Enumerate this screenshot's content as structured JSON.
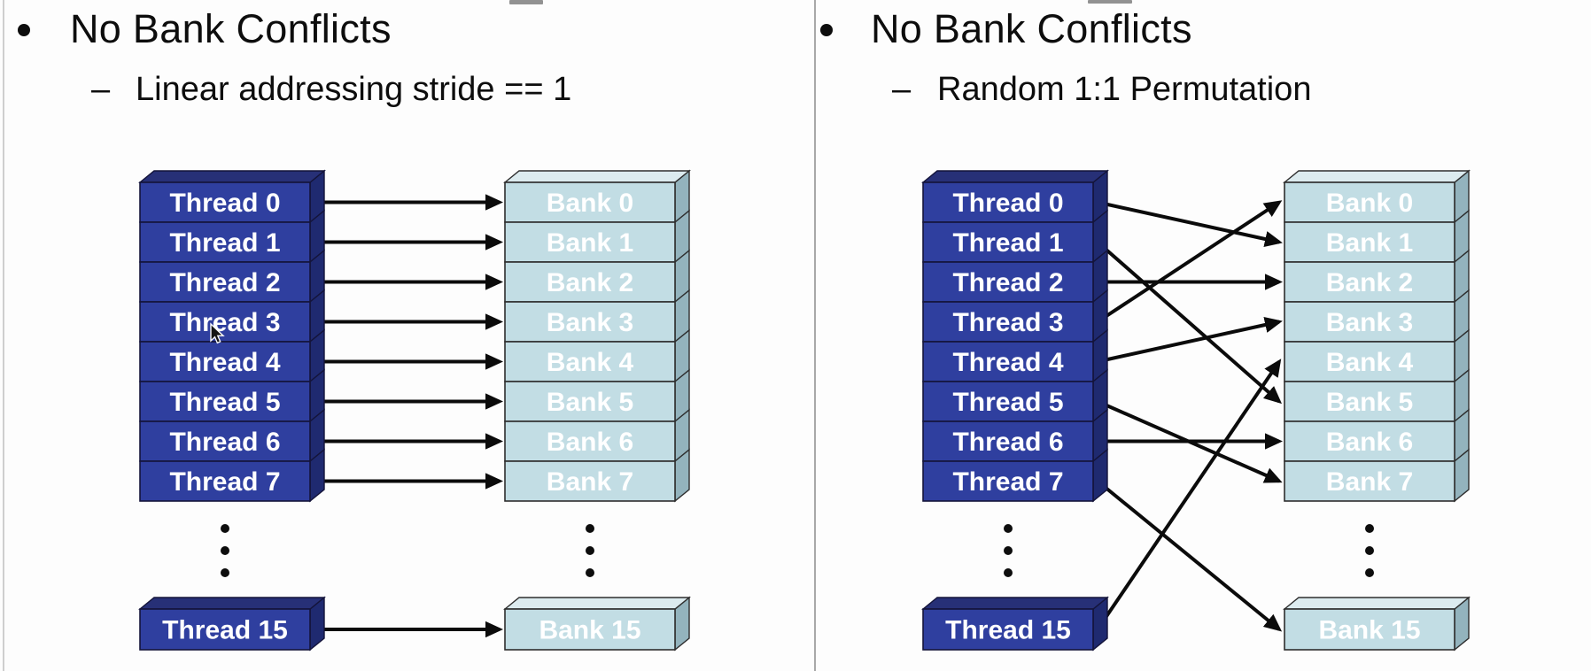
{
  "slide": {
    "background": "#fdfdfd"
  },
  "panels": [
    {
      "bullet_title": "No Bank Conflicts",
      "sub_bullet_dash": "–",
      "subtitle": "Linear addressing stride == 1",
      "threads": [
        "Thread 0",
        "Thread 1",
        "Thread 2",
        "Thread 3",
        "Thread 4",
        "Thread 5",
        "Thread 6",
        "Thread 7"
      ],
      "thread_tail": "Thread 15",
      "banks": [
        "Bank 0",
        "Bank 1",
        "Bank 2",
        "Bank 3",
        "Bank 4",
        "Bank 5",
        "Bank 6",
        "Bank 7"
      ],
      "bank_tail": "Bank 15",
      "connections": [
        [
          0,
          0
        ],
        [
          1,
          1
        ],
        [
          2,
          2
        ],
        [
          3,
          3
        ],
        [
          4,
          4
        ],
        [
          5,
          5
        ],
        [
          6,
          6
        ],
        [
          7,
          7
        ],
        [
          15,
          15
        ]
      ]
    },
    {
      "bullet_title": "No Bank Conflicts",
      "sub_bullet_dash": "–",
      "subtitle": "Random 1:1 Permutation",
      "threads": [
        "Thread 0",
        "Thread 1",
        "Thread 2",
        "Thread 3",
        "Thread 4",
        "Thread 5",
        "Thread 6",
        "Thread 7"
      ],
      "thread_tail": "Thread 15",
      "banks": [
        "Bank 0",
        "Bank 1",
        "Bank 2",
        "Bank 3",
        "Bank 4",
        "Bank 5",
        "Bank 6",
        "Bank 7"
      ],
      "bank_tail": "Bank 15",
      "connections": [
        [
          0,
          1
        ],
        [
          1,
          5
        ],
        [
          2,
          2
        ],
        [
          3,
          0
        ],
        [
          4,
          3
        ],
        [
          5,
          7
        ],
        [
          6,
          6
        ],
        [
          7,
          15
        ],
        [
          15,
          4
        ]
      ]
    }
  ],
  "colors": {
    "thread_face": "#2f3f9f",
    "thread_side": "#1f2a70",
    "thread_top": "#273077",
    "thread_border": "#14143a",
    "bank_face": "#c2dde4",
    "bank_side": "#93b3bd",
    "bank_top": "#dcebef",
    "bank_border": "#2e2e2e",
    "arrow": "#0b0b0b",
    "dot": "#0d0d0d",
    "label_text": "#ffffff",
    "title_text": "#0d0d0d"
  }
}
